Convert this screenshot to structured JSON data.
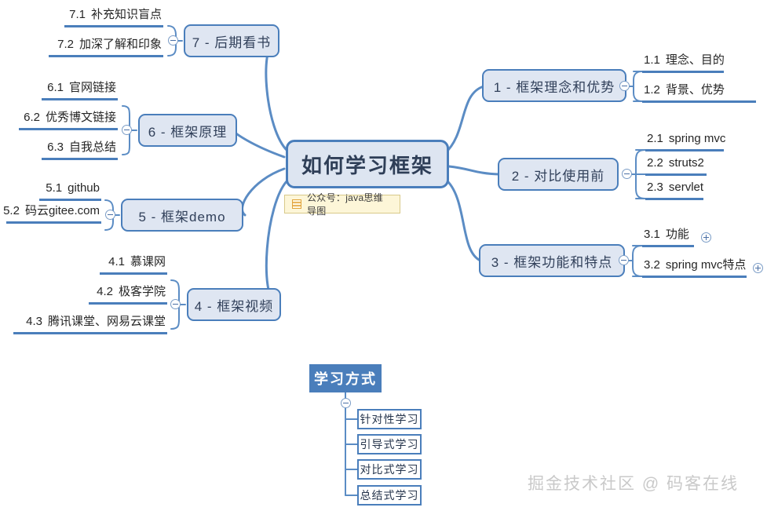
{
  "center": {
    "label": "如何学习框架"
  },
  "note": {
    "text": "公众号：java思维导图",
    "icon": "list-icon",
    "bg": "#fdf6d8",
    "border": "#d8c98a"
  },
  "theme": {
    "accent": "#4a7ebb",
    "node_fill": "#dfe6f2",
    "text": "#31405a",
    "watermark": "#c9c9c9"
  },
  "branches": [
    {
      "id": "b1",
      "label": "1 - 框架理念和优势",
      "side": "right",
      "toggle": "collapse-minus",
      "children": [
        {
          "num": "1.1",
          "text": "理念、目的",
          "expand": null
        },
        {
          "num": "1.2",
          "text": "背景、优势",
          "expand": null
        }
      ]
    },
    {
      "id": "b2",
      "label": "2 - 对比使用前",
      "side": "right",
      "toggle": "collapse-minus",
      "children": [
        {
          "num": "2.1",
          "text": "spring mvc",
          "expand": null
        },
        {
          "num": "2.2",
          "text": "struts2",
          "expand": null
        },
        {
          "num": "2.3",
          "text": "servlet",
          "expand": null
        }
      ]
    },
    {
      "id": "b3",
      "label": "3 - 框架功能和特点",
      "side": "right",
      "toggle": "collapse-minus",
      "children": [
        {
          "num": "3.1",
          "text": "功能",
          "expand": "expand-plus"
        },
        {
          "num": "3.2",
          "text": "spring mvc特点",
          "expand": "expand-plus"
        }
      ]
    },
    {
      "id": "b4",
      "label": "4 - 框架视频",
      "side": "left",
      "toggle": "collapse-minus",
      "children": [
        {
          "num": "4.1",
          "text": "慕课网",
          "expand": null
        },
        {
          "num": "4.2",
          "text": "极客学院",
          "expand": null
        },
        {
          "num": "4.3",
          "text": "腾讯课堂、网易云课堂",
          "expand": null
        }
      ]
    },
    {
      "id": "b5",
      "label": "5 - 框架demo",
      "side": "left",
      "toggle": "collapse-minus",
      "children": [
        {
          "num": "5.1",
          "text": "github",
          "expand": null
        },
        {
          "num": "5.2",
          "text": "码云gitee.com",
          "expand": null
        }
      ]
    },
    {
      "id": "b6",
      "label": "6 - 框架原理",
      "side": "left",
      "toggle": "collapse-minus",
      "children": [
        {
          "num": "6.1",
          "text": "官网链接",
          "expand": null
        },
        {
          "num": "6.2",
          "text": "优秀博文链接",
          "expand": null
        },
        {
          "num": "6.3",
          "text": "自我总结",
          "expand": null
        }
      ]
    },
    {
      "id": "b7",
      "label": "7 - 后期看书",
      "side": "left",
      "toggle": "collapse-minus",
      "children": [
        {
          "num": "7.1",
          "text": "补充知识盲点",
          "expand": null
        },
        {
          "num": "7.2",
          "text": "加深了解和印象",
          "expand": null
        }
      ]
    }
  ],
  "tree": {
    "head": "学习方式",
    "toggle": "collapse-minus",
    "items": [
      {
        "label": "针对性学习"
      },
      {
        "label": "引导式学习"
      },
      {
        "label": "对比式学习"
      },
      {
        "label": "总结式学习"
      }
    ]
  },
  "watermark": {
    "text": "掘金技术社区 @ 码客在线"
  }
}
